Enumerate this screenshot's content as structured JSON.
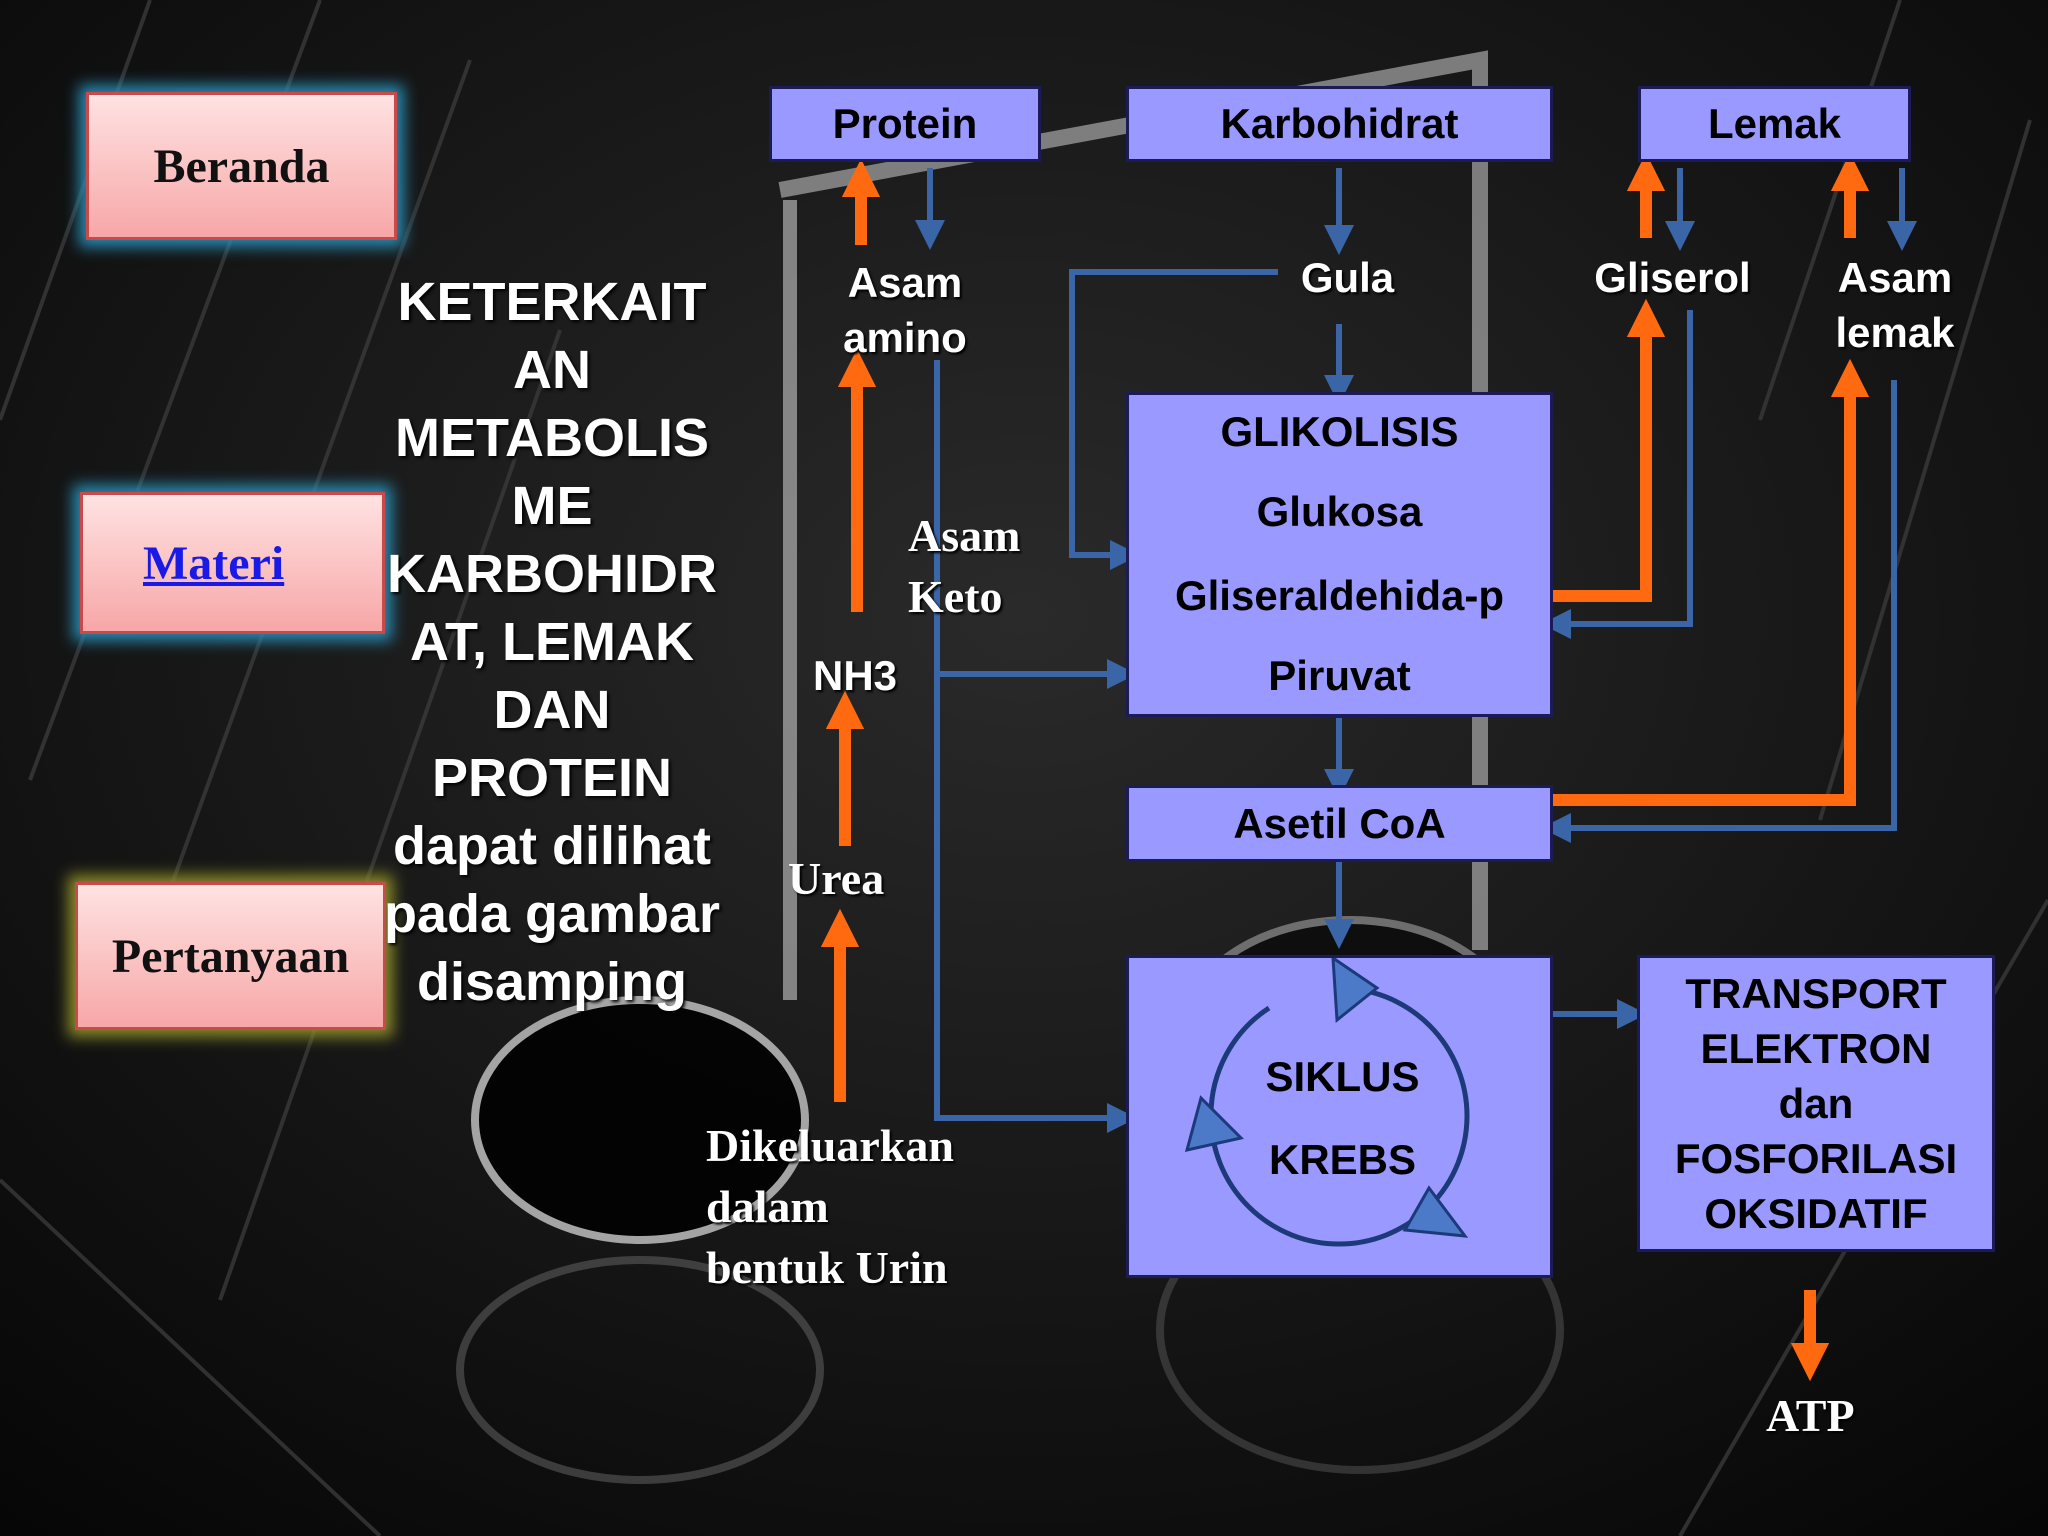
{
  "nav": {
    "beranda": "Beranda",
    "materi": "Materi",
    "pertanyaan": "Pertanyaan"
  },
  "title": {
    "lines": [
      "KETERKAIT",
      "AN",
      "METABOLIS",
      "ME",
      "KARBOHIDR",
      "AT, LEMAK",
      "DAN",
      "PROTEIN",
      "dapat dilihat",
      "pada gambar",
      "disamping"
    ]
  },
  "diagram": {
    "protein": "Protein",
    "karbohidrat": "Karbohidrat",
    "lemak": "Lemak",
    "asam_amino": [
      "Asam",
      "amino"
    ],
    "gula": "Gula",
    "gliserol": "Gliserol",
    "asam_lemak": [
      "Asam",
      "lemak"
    ],
    "glikolisis": {
      "title": "GLIKOLISIS",
      "glukosa": "Glukosa",
      "gliseraldehida": "Gliseraldehida-p",
      "piruvat": "Piruvat"
    },
    "asam_keto": [
      "Asam",
      "Keto"
    ],
    "nh3": "NH3",
    "urea": "Urea",
    "dikeluarkan": [
      "Dikeluarkan",
      "dalam",
      "bentuk Urin"
    ],
    "asetil_coa": "Asetil CoA",
    "siklus_krebs": [
      "SIKLUS",
      "KREBS"
    ],
    "transport": [
      "TRANSPORT",
      "ELEKTRON",
      "dan",
      "FOSFORILASI",
      "OKSIDATIF"
    ],
    "atp": "ATP"
  },
  "colors": {
    "box_fill": "#9a99ff",
    "orange_arrow": "#ff6a10",
    "blue_arrow": "#3a66a8"
  }
}
